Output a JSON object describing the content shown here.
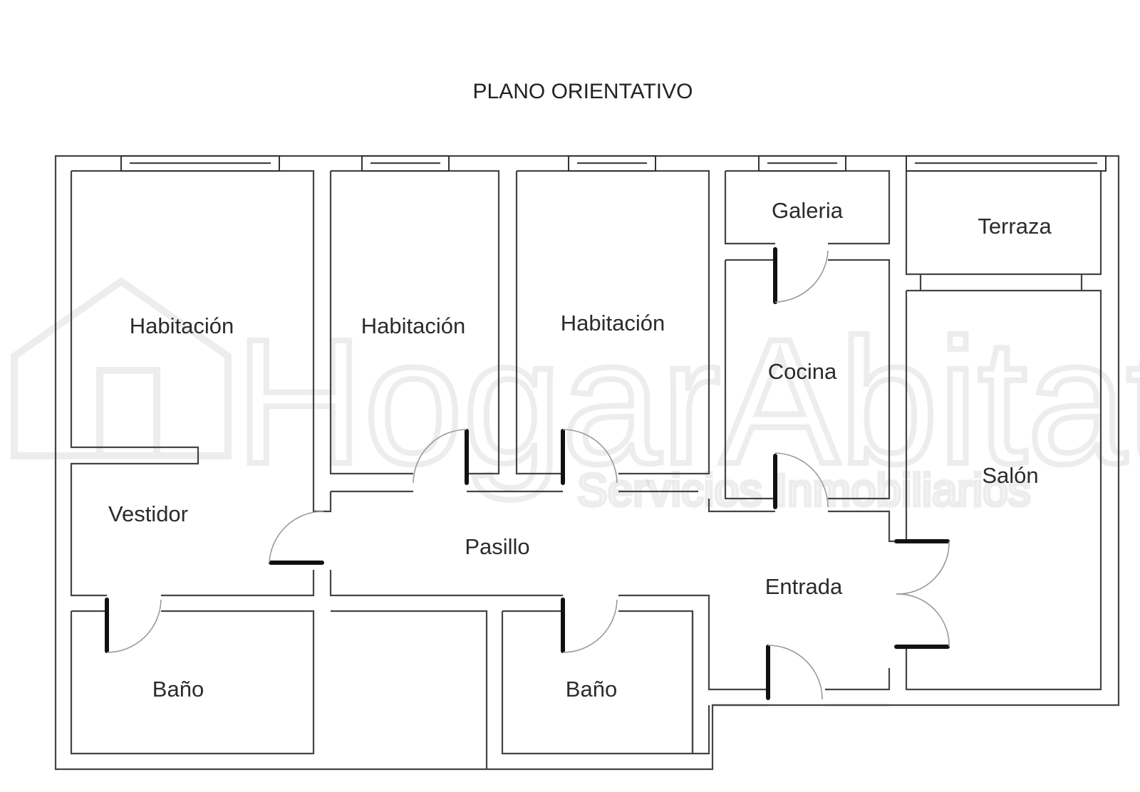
{
  "title": "PLANO ORIENTATIVO",
  "watermark": {
    "brand": "HogarAbitat",
    "tagline": "Servicios Inmobiliarios",
    "house_icon": "house-outline-icon"
  },
  "rooms": {
    "habitacion_1": "Habitación",
    "habitacion_2": "Habitación",
    "habitacion_3": "Habitación",
    "galeria": "Galeria",
    "terraza": "Terraza",
    "cocina": "Cocina",
    "salon": "Salón",
    "vestidor": "Vestidor",
    "pasillo": "Pasillo",
    "entrada": "Entrada",
    "bano_1": "Baño",
    "bano_2": "Baño"
  },
  "colors": {
    "wall": "#444444",
    "door_leaf": "#111111",
    "door_swing": "#9a9a9a",
    "background": "#ffffff"
  }
}
